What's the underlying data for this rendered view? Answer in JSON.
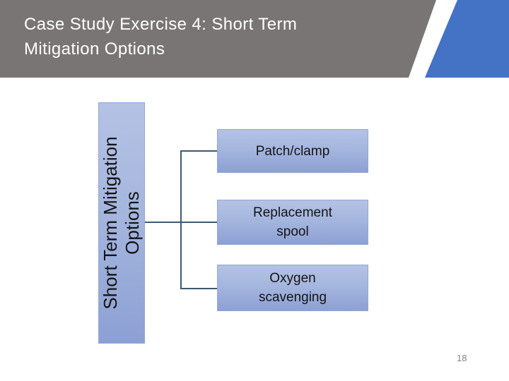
{
  "slide": {
    "title": "Case Study Exercise 4: Short Term\nMitigation Options",
    "page_number": "18"
  },
  "diagram": {
    "type": "hierarchy",
    "root_label": "Short Term Mitigation\nOptions",
    "children": [
      {
        "label": "Patch/clamp"
      },
      {
        "label": "Replacement\nspool"
      },
      {
        "label": "Oxygen\nscavenging"
      }
    ]
  },
  "colors": {
    "banner_gray": "#7a7575",
    "accent_blue": "#4472c4",
    "box_fill_top": "#b4c2e4",
    "box_fill_bottom": "#8ca0d4",
    "box_border": "#93a6d6",
    "connector": "#3c5a73",
    "title_text": "#ffffff",
    "box_text": "#141414",
    "page_number_gray": "#848484"
  }
}
